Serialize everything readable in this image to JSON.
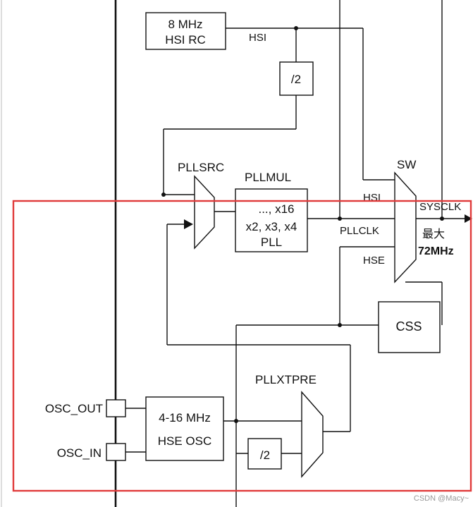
{
  "blocks": {
    "hsi_rc": {
      "line1": "8 MHz",
      "line2": "HSI RC"
    },
    "div2_top": "/2",
    "pll": {
      "title": "PLLMUL",
      "line1": "..., x16",
      "line2": "x2, x3, x4",
      "line3": "PLL"
    },
    "css": "CSS",
    "hse_osc": {
      "line1": "4-16 MHz",
      "line2": "HSE OSC"
    },
    "div2_bottom": "/2"
  },
  "labels": {
    "hsi": "HSI",
    "pllsrc": "PLLSRC",
    "sw": "SW",
    "sw_hsi": "HSI",
    "pllclk": "PLLCLK",
    "sw_hse": "HSE",
    "sysclk": "SYSCLK",
    "max": "最大",
    "freq": "72MHz",
    "pllxtpre": "PLLXTPRE",
    "osc_out": "OSC_OUT",
    "osc_in": "OSC_IN"
  },
  "watermark": "CSDN @Macy~",
  "colors": {
    "highlight": "#e03a3a",
    "ink": "#111111"
  }
}
